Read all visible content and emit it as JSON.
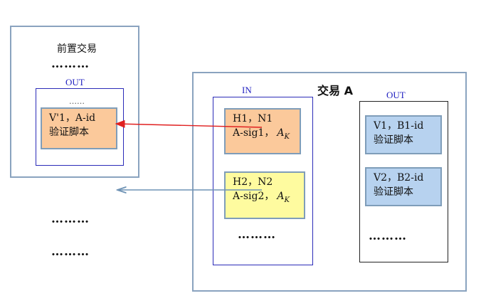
{
  "prev_tx": {
    "title": "前置交易",
    "dots": "………",
    "out_label": "OUT",
    "out_dots": "……",
    "cell_line1": "V'1，A-id",
    "cell_line2": "验证脚本"
  },
  "tx_a": {
    "title": "交易 A",
    "in_label": "IN",
    "in_cells": [
      {
        "line1": "H1，N1",
        "line2": "A-sig1，",
        "sub": "A",
        "subk": "K"
      },
      {
        "line1": "H2，N2",
        "line2": "A-sig2，",
        "sub": "A",
        "subk": "K"
      }
    ],
    "in_dots": "………",
    "out_label": "OUT",
    "out_cells": [
      {
        "line1": "V1，B1-id",
        "line2": "验证脚本"
      },
      {
        "line1": "V2，B2-id",
        "line2": "验证脚本"
      }
    ],
    "out_dots": "………"
  },
  "left_dots": [
    "………",
    "………"
  ],
  "colors": {
    "arrow_red": "#e02020",
    "arrow_blue": "#6f93b5"
  }
}
